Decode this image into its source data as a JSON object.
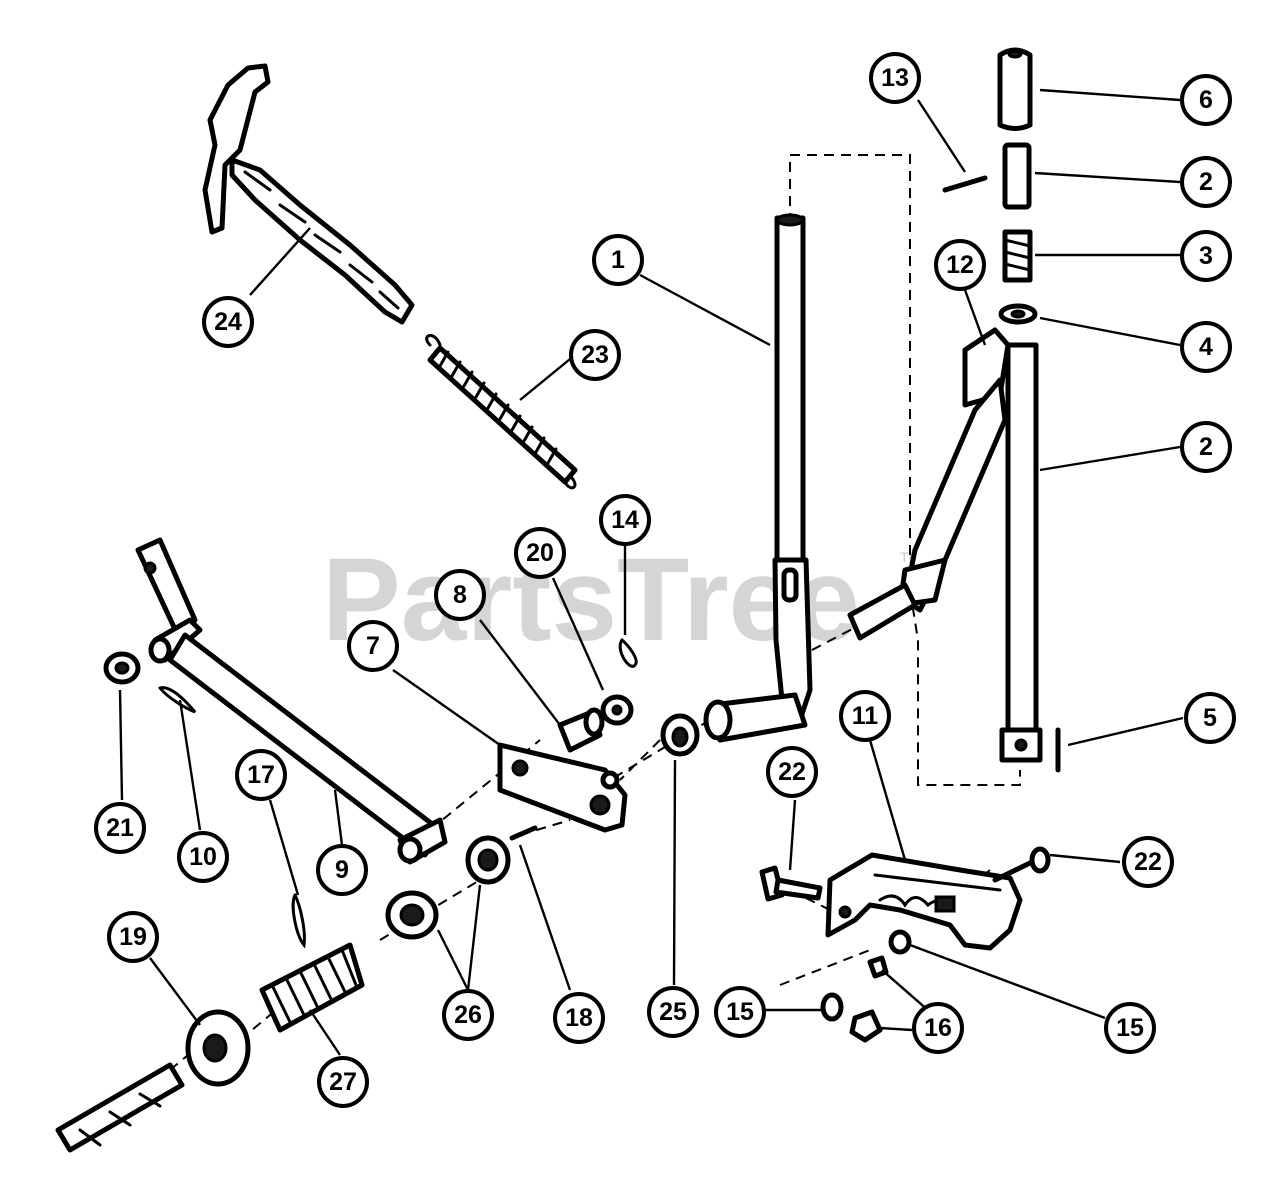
{
  "watermark": {
    "text": "PartsTree",
    "trademark": "TM"
  },
  "callouts": [
    {
      "id": "c1",
      "label": "1"
    },
    {
      "id": "c2a",
      "label": "2"
    },
    {
      "id": "c2b",
      "label": "2"
    },
    {
      "id": "c3",
      "label": "3"
    },
    {
      "id": "c4",
      "label": "4"
    },
    {
      "id": "c5",
      "label": "5"
    },
    {
      "id": "c6",
      "label": "6"
    },
    {
      "id": "c7",
      "label": "7"
    },
    {
      "id": "c8",
      "label": "8"
    },
    {
      "id": "c9",
      "label": "9"
    },
    {
      "id": "c10",
      "label": "10"
    },
    {
      "id": "c11",
      "label": "11"
    },
    {
      "id": "c12",
      "label": "12"
    },
    {
      "id": "c13",
      "label": "13"
    },
    {
      "id": "c14",
      "label": "14"
    },
    {
      "id": "c15a",
      "label": "15"
    },
    {
      "id": "c15b",
      "label": "15"
    },
    {
      "id": "c16",
      "label": "16"
    },
    {
      "id": "c17",
      "label": "17"
    },
    {
      "id": "c18",
      "label": "18"
    },
    {
      "id": "c19",
      "label": "19"
    },
    {
      "id": "c20",
      "label": "20"
    },
    {
      "id": "c21",
      "label": "21"
    },
    {
      "id": "c22a",
      "label": "22"
    },
    {
      "id": "c22b",
      "label": "22"
    },
    {
      "id": "c23",
      "label": "23"
    },
    {
      "id": "c24",
      "label": "24"
    },
    {
      "id": "c25",
      "label": "25"
    },
    {
      "id": "c26",
      "label": "26"
    },
    {
      "id": "c27",
      "label": "27"
    }
  ]
}
